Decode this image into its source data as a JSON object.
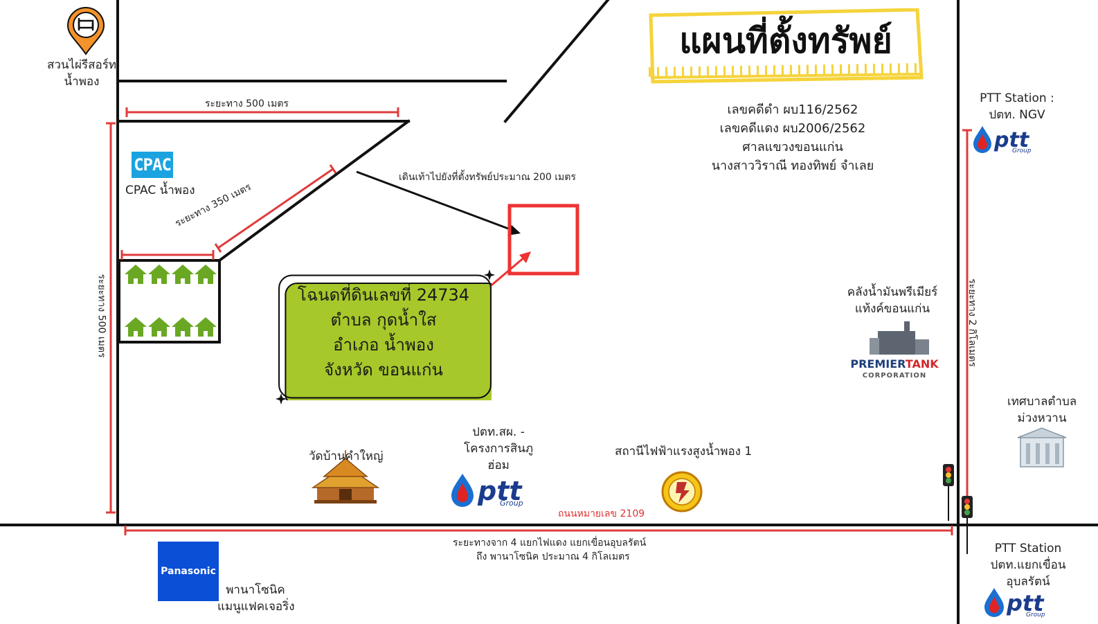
{
  "title": "แผนที่ตั้งทรัพย์",
  "case_info": [
    "เลขคดีดำ ผบ116/2562",
    "เลขคดีแดง ผบ2006/2562",
    "ศาลแขวงขอนแก่น",
    "นางสาววิราณี ทองทิพย์ จำเลย"
  ],
  "land": [
    "โฉนดที่ดินเลขที่ 24734",
    "ตำบล กุดน้ำใส",
    "อำเภอ น้ำพอง",
    "จังหวัด ขอนแก่น"
  ],
  "distances": {
    "top": "ระยะทาง 500 เมตร",
    "left": "ระยะทาง 500 เมตร",
    "diagonal": "ระยะทาง 350 เมตร",
    "walk": "เดินเท้าไปยังที่ตั้งทรัพย์ประมาณ 200 เมตร",
    "right": "ระยะทาง 2 กิโลเมตร",
    "bottom_1": "ระยะทางจาก 4 แยกไฟแดง แยกเขื่อนอุบลรัตน์",
    "bottom_2": "ถึง พานาโซนิค ประมาณ 4 กิโลเมตร"
  },
  "road_name": "ถนนหมายเลข 2109",
  "landmarks": {
    "resort": [
      "สวนไผ่รีสอร์ท",
      "น้ำพอง"
    ],
    "cpac_logo": "CPAC",
    "cpac": "CPAC น้ำพอง",
    "ptt_ngv": [
      "PTT Station :",
      "ปตท. NGV"
    ],
    "premier": [
      "คลังน้ำมันพรีเมียร์",
      "แท้งค์ขอนแก่น"
    ],
    "premier_logo_a": "PREMIER",
    "premier_logo_b": "TANK",
    "premier_logo_sub": "CORPORATION",
    "municipality": [
      "เทศบาลตำบล",
      "ม่วงหวาน"
    ],
    "temple": "วัดบ้านคำใหญ่",
    "ptt_project": [
      "ปตท.สผ. -",
      "โครงการสินภู",
      "ฮ่อม"
    ],
    "substation": "สถานีไฟฟ้าแรงสูงน้ำพอง 1",
    "panasonic_logo": "Panasonic",
    "panasonic": [
      "พานาโซนิค",
      "แมนูแฟคเจอริ่ง"
    ],
    "ptt_dam": [
      "PTT Station",
      "ปตท.แยกเขื่อน",
      "อุบลรัตน์"
    ],
    "ptt_word": "ptt",
    "ptt_group": "Group"
  },
  "colors": {
    "road": "#111111",
    "measure": "#e03b3b",
    "land_card": "#a6c82a",
    "title_frame": "#f5d33b",
    "ptt_blue": "#1b3c8c"
  },
  "icons": [
    "hotel-pin-icon",
    "house-icon",
    "traffic-light-icon",
    "temple-icon",
    "municipal-building-icon",
    "egat-seal-icon",
    "ptt-flame-icon",
    "oil-tank-icon",
    "sparkle-icon"
  ]
}
